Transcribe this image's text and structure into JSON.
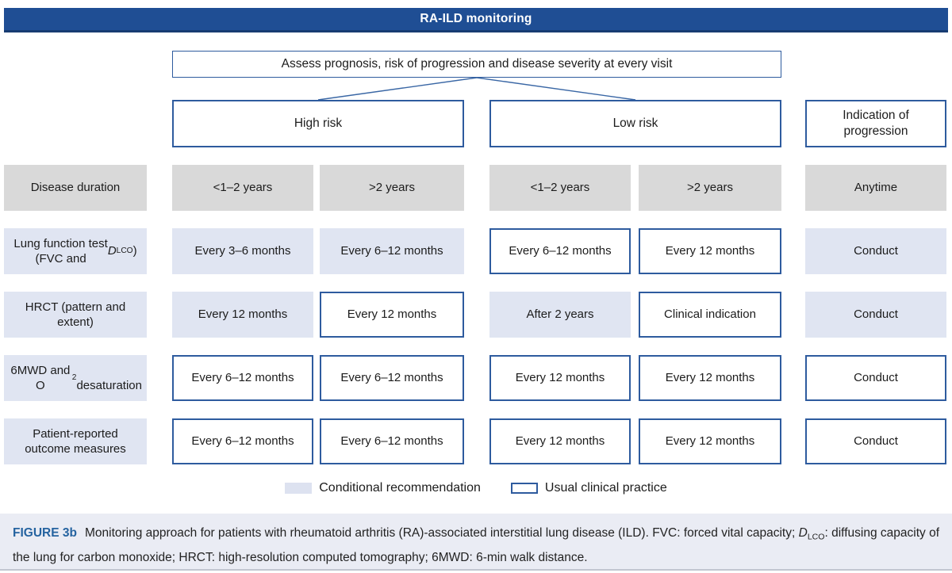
{
  "title": "RA-ILD monitoring",
  "assess": "Assess prognosis, risk of progression and disease severity at every visit",
  "risk_groups": {
    "high": "High risk",
    "low": "Low risk",
    "indication": "Indication of progression"
  },
  "rows": [
    {
      "id": "disease-duration",
      "label_html": "Disease duration",
      "label_style": "gray",
      "cells": [
        {
          "text": "<1–2 years",
          "style": "gray"
        },
        {
          "text": ">2 years",
          "style": "gray"
        },
        {
          "text": "<1–2 years",
          "style": "gray"
        },
        {
          "text": ">2 years",
          "style": "gray"
        },
        {
          "text": "Anytime",
          "style": "gray"
        }
      ]
    },
    {
      "id": "lung-function-test",
      "label_html": "Lung function test<br>(FVC and <i>D</i><sub>LCO</sub>)",
      "label_style": "conditional",
      "cells": [
        {
          "text": "Every 3–6 months",
          "style": "conditional"
        },
        {
          "text": "Every 6–12 months",
          "style": "conditional"
        },
        {
          "text": "Every 6–12 months",
          "style": "usual"
        },
        {
          "text": "Every 12 months",
          "style": "usual"
        },
        {
          "text": "Conduct",
          "style": "conditional"
        }
      ]
    },
    {
      "id": "hrct",
      "label_html": "HRCT (pattern and<br>extent)",
      "label_style": "conditional",
      "cells": [
        {
          "text": "Every 12 months",
          "style": "conditional"
        },
        {
          "text": "Every 12 months",
          "style": "usual"
        },
        {
          "text": "After 2 years",
          "style": "conditional"
        },
        {
          "text": "Clinical indication",
          "style": "usual"
        },
        {
          "text": "Conduct",
          "style": "conditional"
        }
      ]
    },
    {
      "id": "6mwd-desaturation",
      "label_html": "6MWD and O<sub>2</sub><br>desaturation",
      "label_style": "conditional",
      "cells": [
        {
          "text": "Every 6–12 months",
          "style": "usual"
        },
        {
          "text": "Every 6–12 months",
          "style": "usual"
        },
        {
          "text": "Every 12 months",
          "style": "usual"
        },
        {
          "text": "Every 12 months",
          "style": "usual"
        },
        {
          "text": "Conduct",
          "style": "usual"
        }
      ]
    },
    {
      "id": "patient-reported-outcomes",
      "label_html": "Patient-reported<br>outcome measures",
      "label_style": "conditional",
      "cells": [
        {
          "text": "Every 6–12 months",
          "style": "usual"
        },
        {
          "text": "Every 6–12 months",
          "style": "usual"
        },
        {
          "text": "Every 12 months",
          "style": "usual"
        },
        {
          "text": "Every 12 months",
          "style": "usual"
        },
        {
          "text": "Conduct",
          "style": "usual"
        }
      ]
    }
  ],
  "legend": {
    "conditional": "Conditional recommendation",
    "usual": "Usual clinical practice"
  },
  "caption": {
    "figure_label": "FIGURE 3b",
    "text_html": "Monitoring approach for patients with rheumatoid arthritis (RA)-associated interstitial lung disease (ILD). FVC: forced vital capacity; <i>D</i><sub>LCO</sub>: diffusing capacity of the lung for carbon monoxide; HRCT: high-resolution computed tomography; 6MWD: 6-min walk distance."
  },
  "colors": {
    "header_navy": "#1f4e94",
    "border_blue": "#2e5b9e",
    "conditional_fill": "#e0e5f2",
    "gray_fill": "#d9d9d9",
    "caption_bg": "#eaecf4",
    "figure_label_blue": "#2563a0"
  }
}
